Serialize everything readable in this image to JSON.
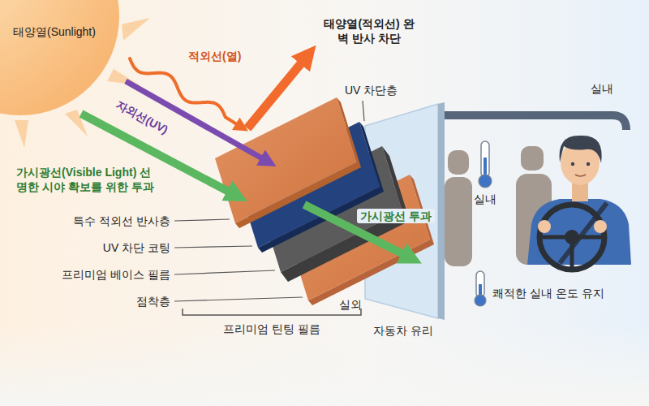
{
  "diagram": {
    "labels": [
      "태양열(Sunlight)",
      "적외선(열)",
      "태양열(적외선) 완벽 반사 차단",
      "자외선(UV)",
      "가시광선(Visible Light) 선명한 시야 확보를 위한 투과",
      "UV 차단층",
      "실내",
      "특수 적외선 반사층",
      "UV 차단 코팅",
      "프리미엄 베이스 필름",
      "점착층",
      "가시광선 투과",
      "실내",
      "쾌적한 실내 온도 유지",
      "실외",
      "프리미엄 틴팅 필름",
      "자동차 유리"
    ]
  }
}
